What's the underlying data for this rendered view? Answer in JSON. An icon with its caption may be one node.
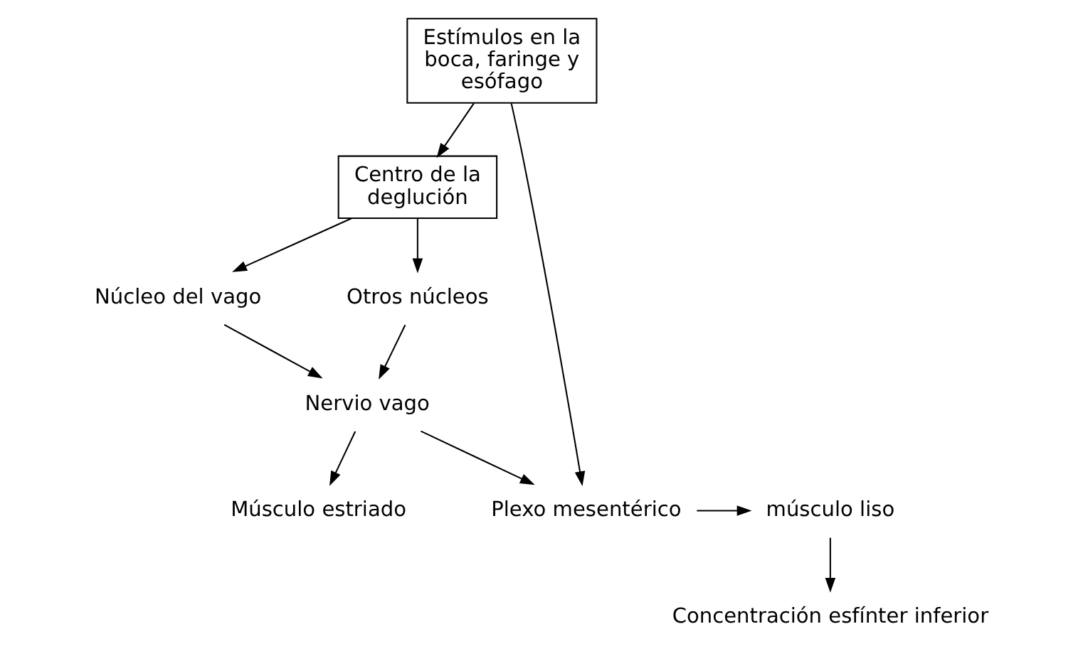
{
  "diagram": {
    "nodes": [
      {
        "text": [
          "Centro de la deglución"
        ]
      },
      {
        "text": [
          "Estímulos en la boca, faringe y esófago"
        ]
      },
      {
        "text": [
          "Núcleo del vago"
        ]
      },
      {
        "text": [
          "Otros núcleos"
        ]
      },
      {
        "text": [
          "Nervio vago"
        ]
      },
      {
        "text": [
          "Músculo estriado"
        ]
      },
      {
        "text": [
          "Plexo mesentérico"
        ]
      },
      {
        "text": [
          "músculo liso"
        ]
      },
      {
        "text": [
          "Concentración esfínter inferior"
        ]
      }
    ],
    "edges": [
      {
        "from": 1,
        "to": 0,
        "arrow": "to"
      },
      {
        "from": 0,
        "to": 2,
        "arrow": "to"
      },
      {
        "from": 0,
        "to": 3,
        "arrow": "to"
      },
      {
        "from": 2,
        "to": 4,
        "arrow": "to"
      },
      {
        "from": 3,
        "to": 4,
        "arrow": "to"
      },
      {
        "from": 4,
        "to": 5,
        "arrow": "to"
      },
      {
        "from": 4,
        "to": 6,
        "arrow": "to"
      },
      {
        "from": 1,
        "to": 6,
        "arrow": "to"
      },
      {
        "from": 6,
        "to": 7,
        "arrow": "to"
      },
      {
        "from": 7,
        "to": 8,
        "arrow": "to"
      }
    ]
  }
}
